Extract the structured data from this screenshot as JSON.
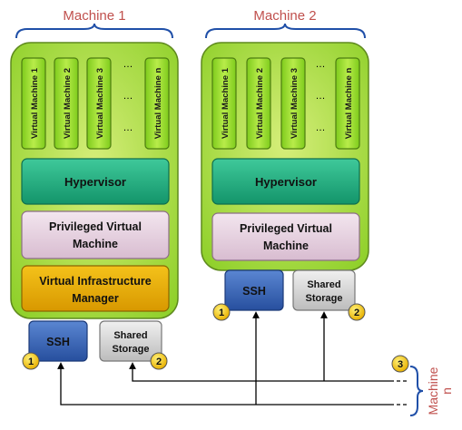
{
  "machines": [
    {
      "title": "Machine 1",
      "vms": [
        "Virtual Machine 1",
        "Virtual Machine 2",
        "Virtual Machine 3",
        "Virtual Machine n"
      ],
      "dots": "…",
      "hypervisor": "Hypervisor",
      "privileged_line1": "Privileged Virtual",
      "privileged_line2": "Machine",
      "vim_line1": "Virtual Infrastructure",
      "vim_line2": "Manager",
      "ssh": "SSH",
      "storage_line1": "Shared",
      "storage_line2": "Storage",
      "badge_ssh": "1",
      "badge_storage": "2"
    },
    {
      "title": "Machine 2",
      "vms": [
        "Virtual Machine 1",
        "Virtual Machine 2",
        "Virtual Machine 3",
        "Virtual Machine n"
      ],
      "dots": "…",
      "hypervisor": "Hypervisor",
      "privileged_line1": "Privileged Virtual",
      "privileged_line2": "Machine",
      "ssh": "SSH",
      "storage_line1": "Shared",
      "storage_line2": "Storage",
      "badge_ssh": "1",
      "badge_storage": "2"
    }
  ],
  "machine_n": {
    "line1": "Machine",
    "line2": "n",
    "badge": "3"
  },
  "colors": {
    "title": "#c0504d",
    "machine_fill": "#9bd833",
    "vm_fill": "#9ee02a",
    "hypervisor": "#1fae7e",
    "privileged": "#e6cfe0",
    "vim": "#e6a800",
    "ssh": "#3a66b8",
    "storage": "#d4d4d4",
    "badge": "#f6c400"
  }
}
